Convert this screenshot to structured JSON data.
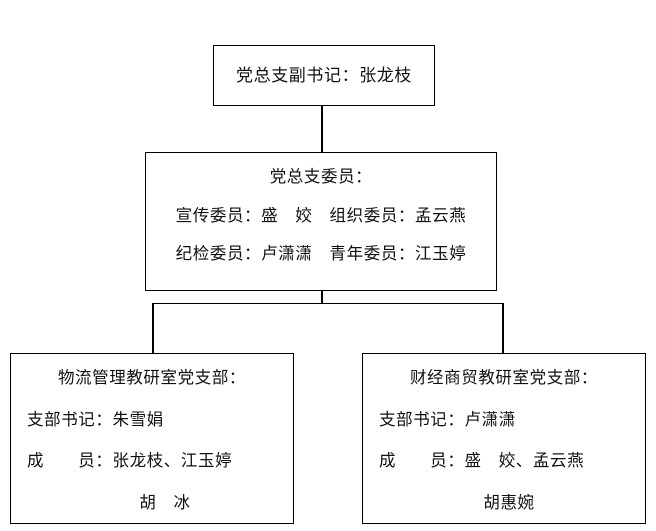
{
  "chart_data": {
    "type": "diagram",
    "title": "",
    "orientation": "top-down",
    "nodes": [
      {
        "id": "deputy-secretary",
        "level": 0,
        "lines": [
          "党总支副书记：张龙枝"
        ]
      },
      {
        "id": "party-committee-members",
        "level": 1,
        "lines": [
          "党总支委员：",
          "宣传委员：盛　姣　组织委员：孟云燕",
          "纪检委员：卢潇潇　青年委员：江玉婷"
        ]
      },
      {
        "id": "logistics-branch",
        "level": 2,
        "lines": [
          "物流管理教研室党支部：",
          "支部书记：朱雪娟",
          "成　　员：张龙枝、江玉婷",
          "胡　冰"
        ]
      },
      {
        "id": "finance-trade-branch",
        "level": 2,
        "lines": [
          "财经商贸教研室党支部：",
          "支部书记：卢潇潇",
          "成　　员：盛　姣、孟云燕",
          "胡惠婉"
        ]
      }
    ],
    "edges": [
      {
        "from": "deputy-secretary",
        "to": "party-committee-members"
      },
      {
        "from": "party-committee-members",
        "to": "logistics-branch"
      },
      {
        "from": "party-committee-members",
        "to": "finance-trade-branch"
      }
    ]
  },
  "top_node": {
    "title": "党总支副书记：张龙枝"
  },
  "middle_node": {
    "heading": "党总支委员：",
    "row_publicity_organization": "宣传委员：盛　姣　组织委员：孟云燕",
    "row_discipline_youth": "纪检委员：卢潇潇　青年委员：江玉婷"
  },
  "left_node": {
    "title": "物流管理教研室党支部：",
    "secretary": "支部书记：朱雪娟",
    "members": "成　　员：张龙枝、江玉婷",
    "members_overflow": "胡　冰"
  },
  "right_node": {
    "title": "财经商贸教研室党支部：",
    "secretary": "支部书记：卢潇潇",
    "members": "成　　员：盛　姣、孟云燕",
    "members_overflow": "胡惠婉"
  },
  "colors": {
    "background": "#ffffff",
    "border": "#000000",
    "text": "#111111"
  }
}
